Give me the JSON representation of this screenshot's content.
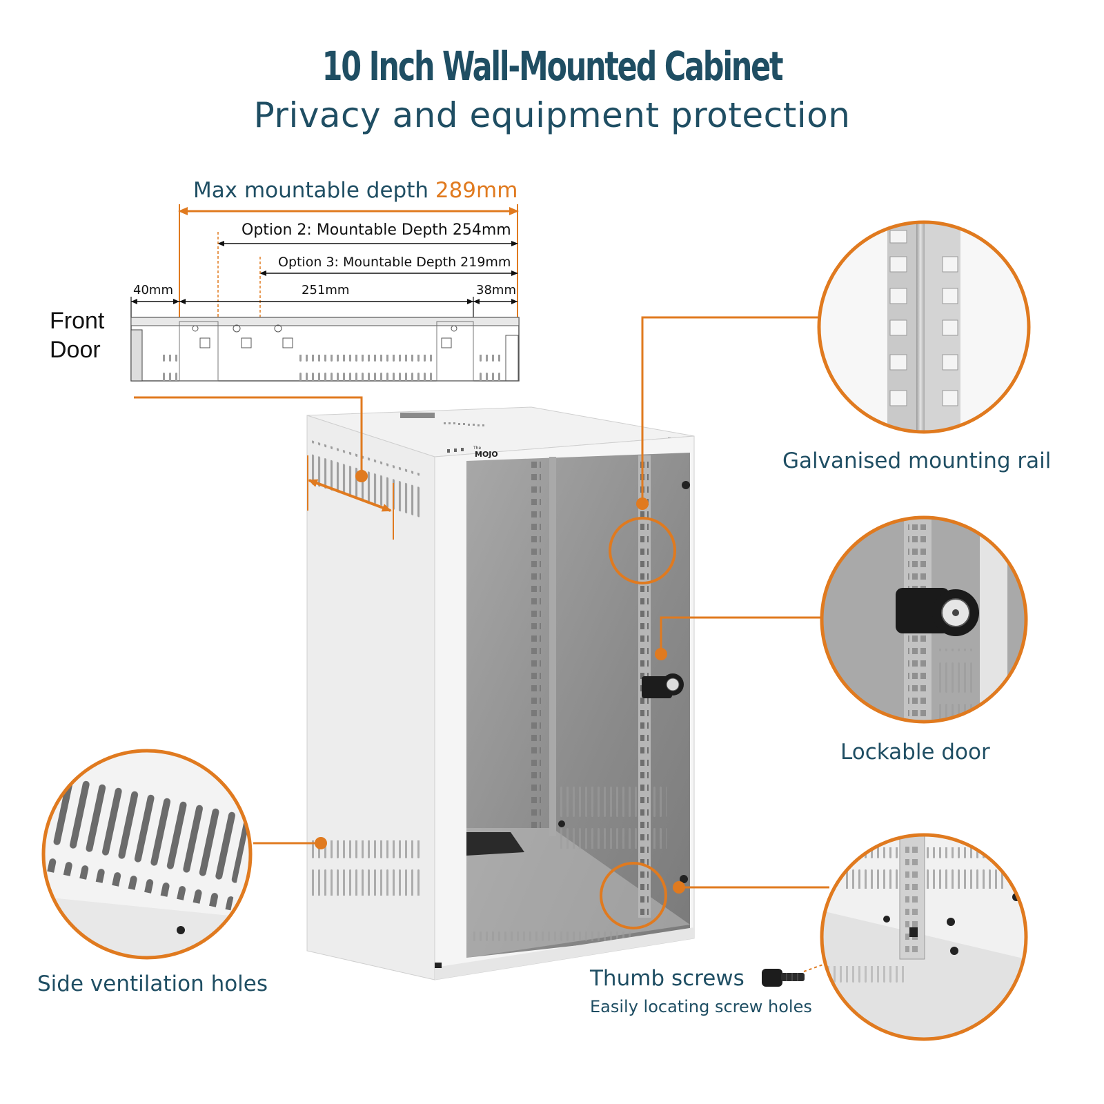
{
  "header": {
    "title": "10 Inch Wall-Mounted Cabinet",
    "subtitle": "Privacy and equipment protection"
  },
  "diagram": {
    "max_depth_prefix": "Max mountable depth ",
    "max_depth_value": "289mm",
    "option2": "Option 2: Mountable Depth 254mm",
    "option3": "Option 3: Mountable Depth 219mm",
    "dim_left": "40mm",
    "dim_mid": "251mm",
    "dim_right": "38mm",
    "front_line1": "Front",
    "front_line2": "Door"
  },
  "product": {
    "brand_top": "The",
    "brand": "MOJO"
  },
  "callouts": {
    "rail": "Galvanised mounting rail",
    "lock": "Lockable door",
    "vent": "Side ventilation holes",
    "thumb_title": "Thumb screws",
    "thumb_sub": "Easily locating screw holes"
  },
  "colors": {
    "accent": "#e07a1f",
    "heading": "#1f4e63",
    "cabinet": "#eeeeee",
    "glass": "#8d8d8d"
  }
}
